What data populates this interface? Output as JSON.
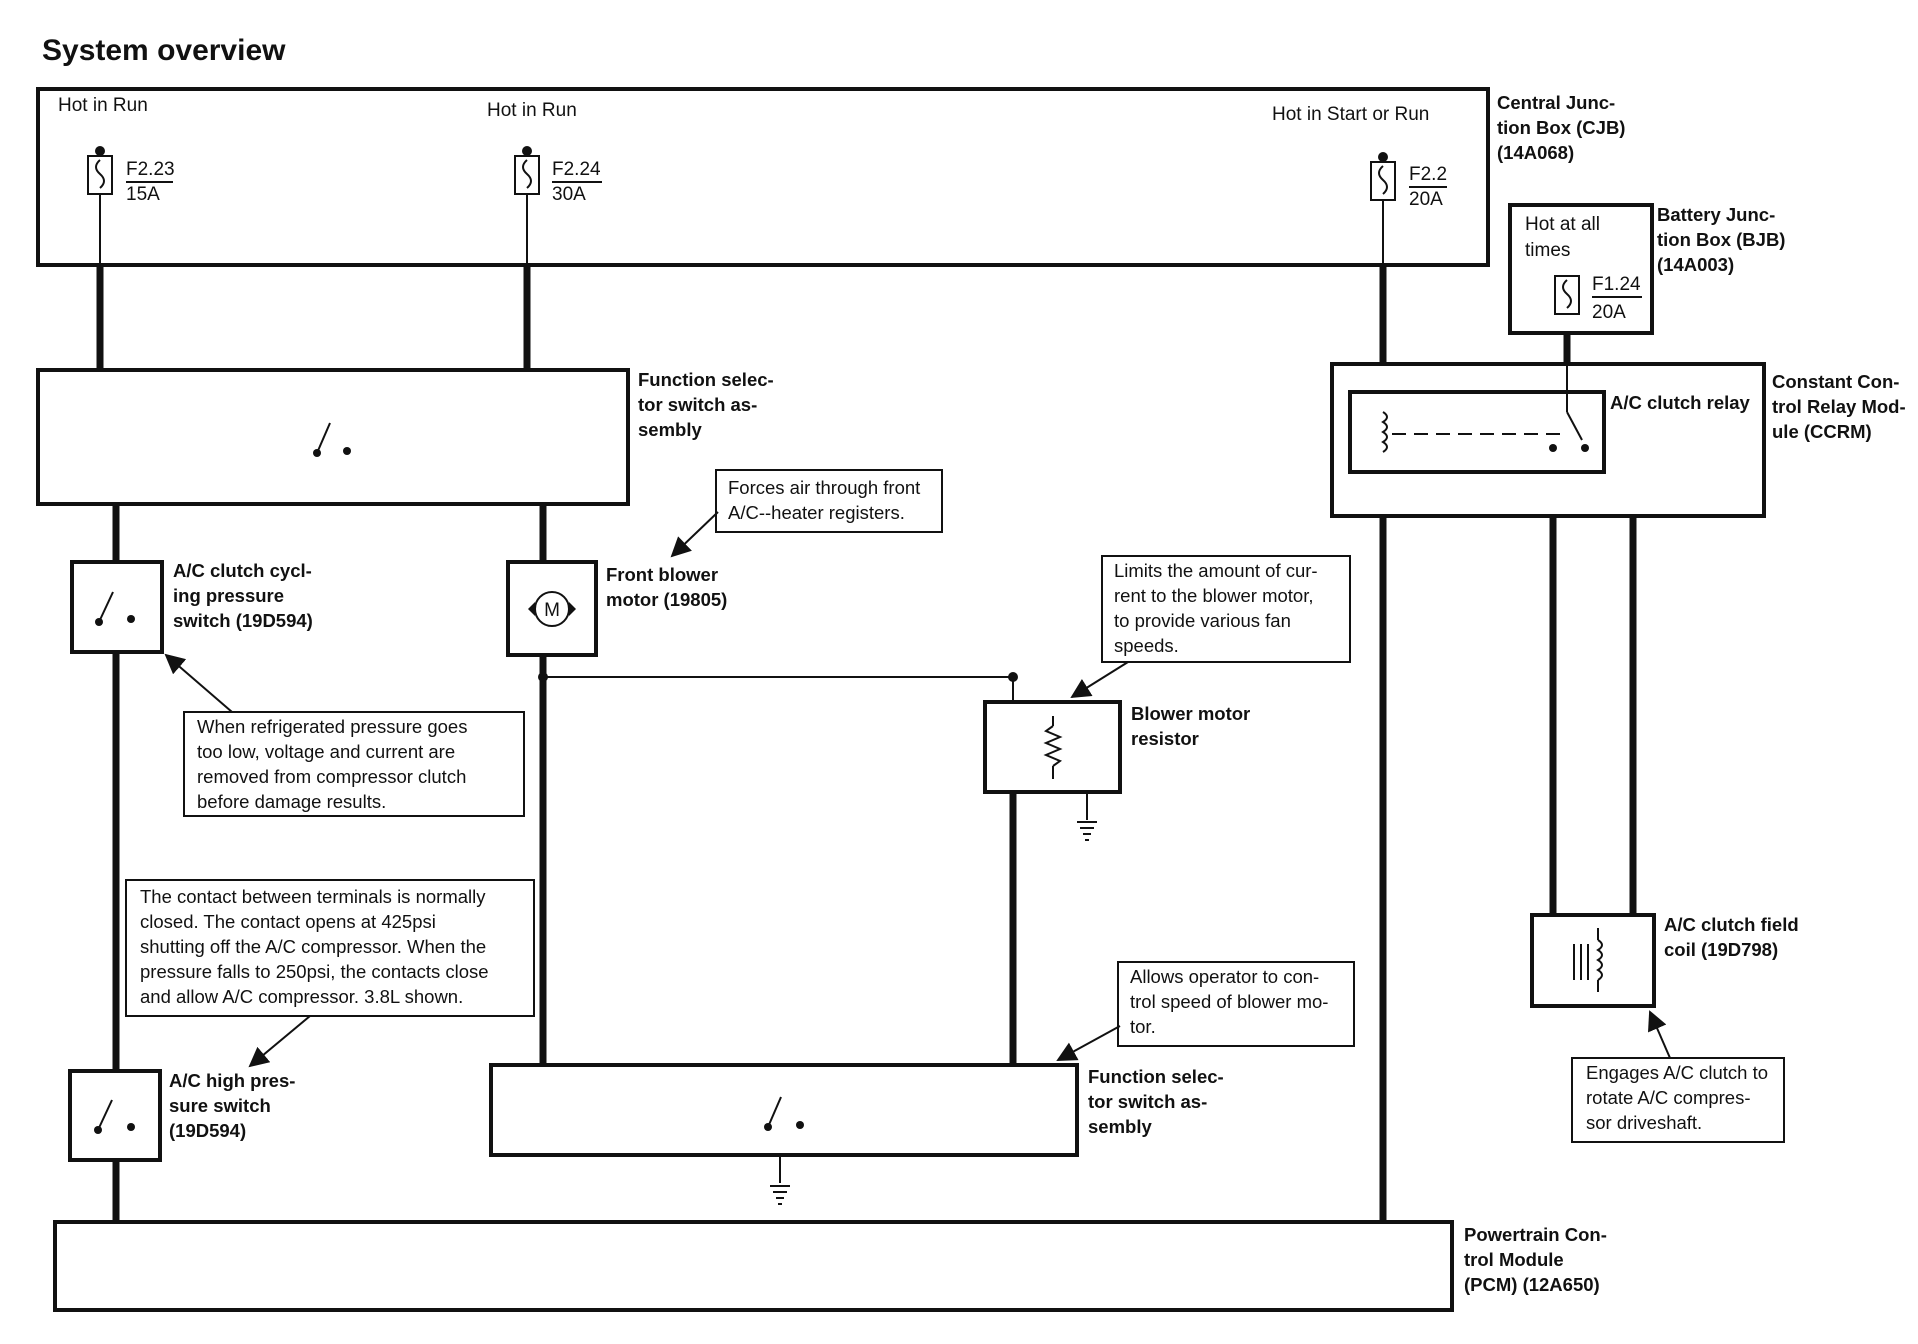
{
  "title": "System overview",
  "cjb": {
    "name_lines": [
      "Central Junc-",
      "tion Box (CJB)",
      "(14A068)"
    ],
    "feeds": [
      {
        "supply": "Hot in Run",
        "fuse": "F2.23",
        "rating": "15A"
      },
      {
        "supply": "Hot in Run",
        "fuse": "F2.24",
        "rating": "30A"
      },
      {
        "supply": "Hot in Start or Run",
        "fuse": "F2.2",
        "rating": "20A"
      }
    ]
  },
  "bjb": {
    "name_lines": [
      "Battery Junc-",
      "tion Box (BJB)",
      "(14A003)"
    ],
    "supply_lines": [
      "Hot at all",
      "times"
    ],
    "fuse": "F1.24",
    "rating": "20A"
  },
  "ccrm": {
    "name_lines": [
      "Constant Con-",
      "trol Relay Mod-",
      "ule (CCRM)"
    ],
    "relay_label": "A/C clutch relay"
  },
  "function_selector_upper": {
    "name_lines": [
      "Function selec-",
      "tor switch as-",
      "sembly"
    ]
  },
  "function_selector_lower": {
    "name_lines": [
      "Function selec-",
      "tor switch as-",
      "sembly"
    ]
  },
  "cycling_switch": {
    "name_lines": [
      "A/C clutch cycl-",
      "ing pressure",
      "switch (19D594)"
    ]
  },
  "high_pressure_switch": {
    "name_lines": [
      "A/C high pres-",
      "sure switch",
      "(19D594)"
    ]
  },
  "blower_motor": {
    "name_lines": [
      "Front blower",
      "motor (19805)"
    ],
    "symbol": "M"
  },
  "blower_resistor": {
    "name_lines": [
      "Blower motor",
      "resistor"
    ]
  },
  "field_coil": {
    "name_lines": [
      "A/C clutch field",
      "coil (19D798)"
    ]
  },
  "pcm": {
    "name_lines": [
      "Powertrain Con-",
      "trol Module",
      "(PCM) (12A650)"
    ]
  },
  "notes": {
    "blower_motor": [
      "Forces air through front",
      "A/C--heater registers."
    ],
    "resistor": [
      "Limits the amount of cur-",
      "rent to the blower motor,",
      "to provide various fan",
      "speeds."
    ],
    "cycling_switch": [
      "When refrigerated pressure goes",
      "too low, voltage and current are",
      "removed from compressor clutch",
      "before damage results."
    ],
    "high_pressure": [
      "The contact between terminals is normally",
      "closed.  The contact opens at 425psi",
      "shutting off the A/C compressor. When the",
      "pressure falls to 250psi, the contacts close",
      "and allow A/C compressor. 3.8L shown."
    ],
    "function_selector": [
      "Allows operator to con-",
      "trol speed of blower mo-",
      "tor."
    ],
    "field_coil": [
      "Engages A/C clutch to",
      "rotate A/C compres-",
      "sor driveshaft."
    ]
  },
  "icons": [
    "fuse-icon",
    "switch-icon",
    "motor-icon",
    "resistor-icon",
    "ground-icon",
    "relay-coil-icon",
    "clutch-coil-icon"
  ]
}
